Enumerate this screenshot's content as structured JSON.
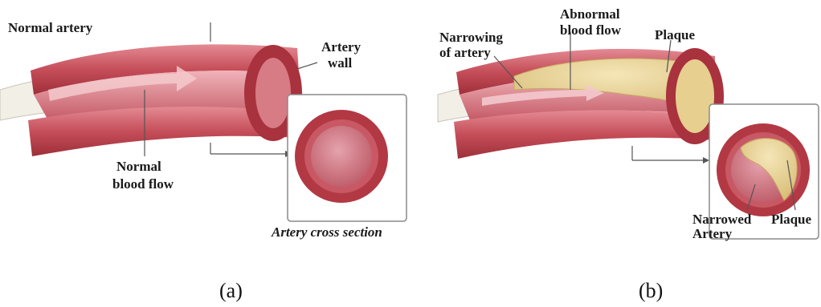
{
  "panel_a": {
    "labels": {
      "normal_artery": "Normal artery",
      "artery_wall_1": "Artery",
      "artery_wall_2": "wall",
      "normal_blood_flow_1": "Normal",
      "normal_blood_flow_2": "blood flow",
      "cross_section": "Artery cross section"
    },
    "caption": "(a)"
  },
  "panel_b": {
    "labels": {
      "narrowing_1": "Narrowing",
      "narrowing_2": "of artery",
      "abnormal_flow_1": "Abnormal",
      "abnormal_flow_2": "blood flow",
      "plaque_top": "Plaque",
      "narrowed_1": "Narrowed",
      "narrowed_2": "Artery",
      "plaque_inset": "Plaque"
    },
    "caption": "(b)"
  },
  "colors": {
    "artery_dark": "#b33a45",
    "artery_mid": "#c9525c",
    "artery_light": "#e48a93",
    "lumen": "#d77b85",
    "plaque": "#ead7a0",
    "leader_line": "#555555",
    "inset_border": "#8a8a8a"
  }
}
